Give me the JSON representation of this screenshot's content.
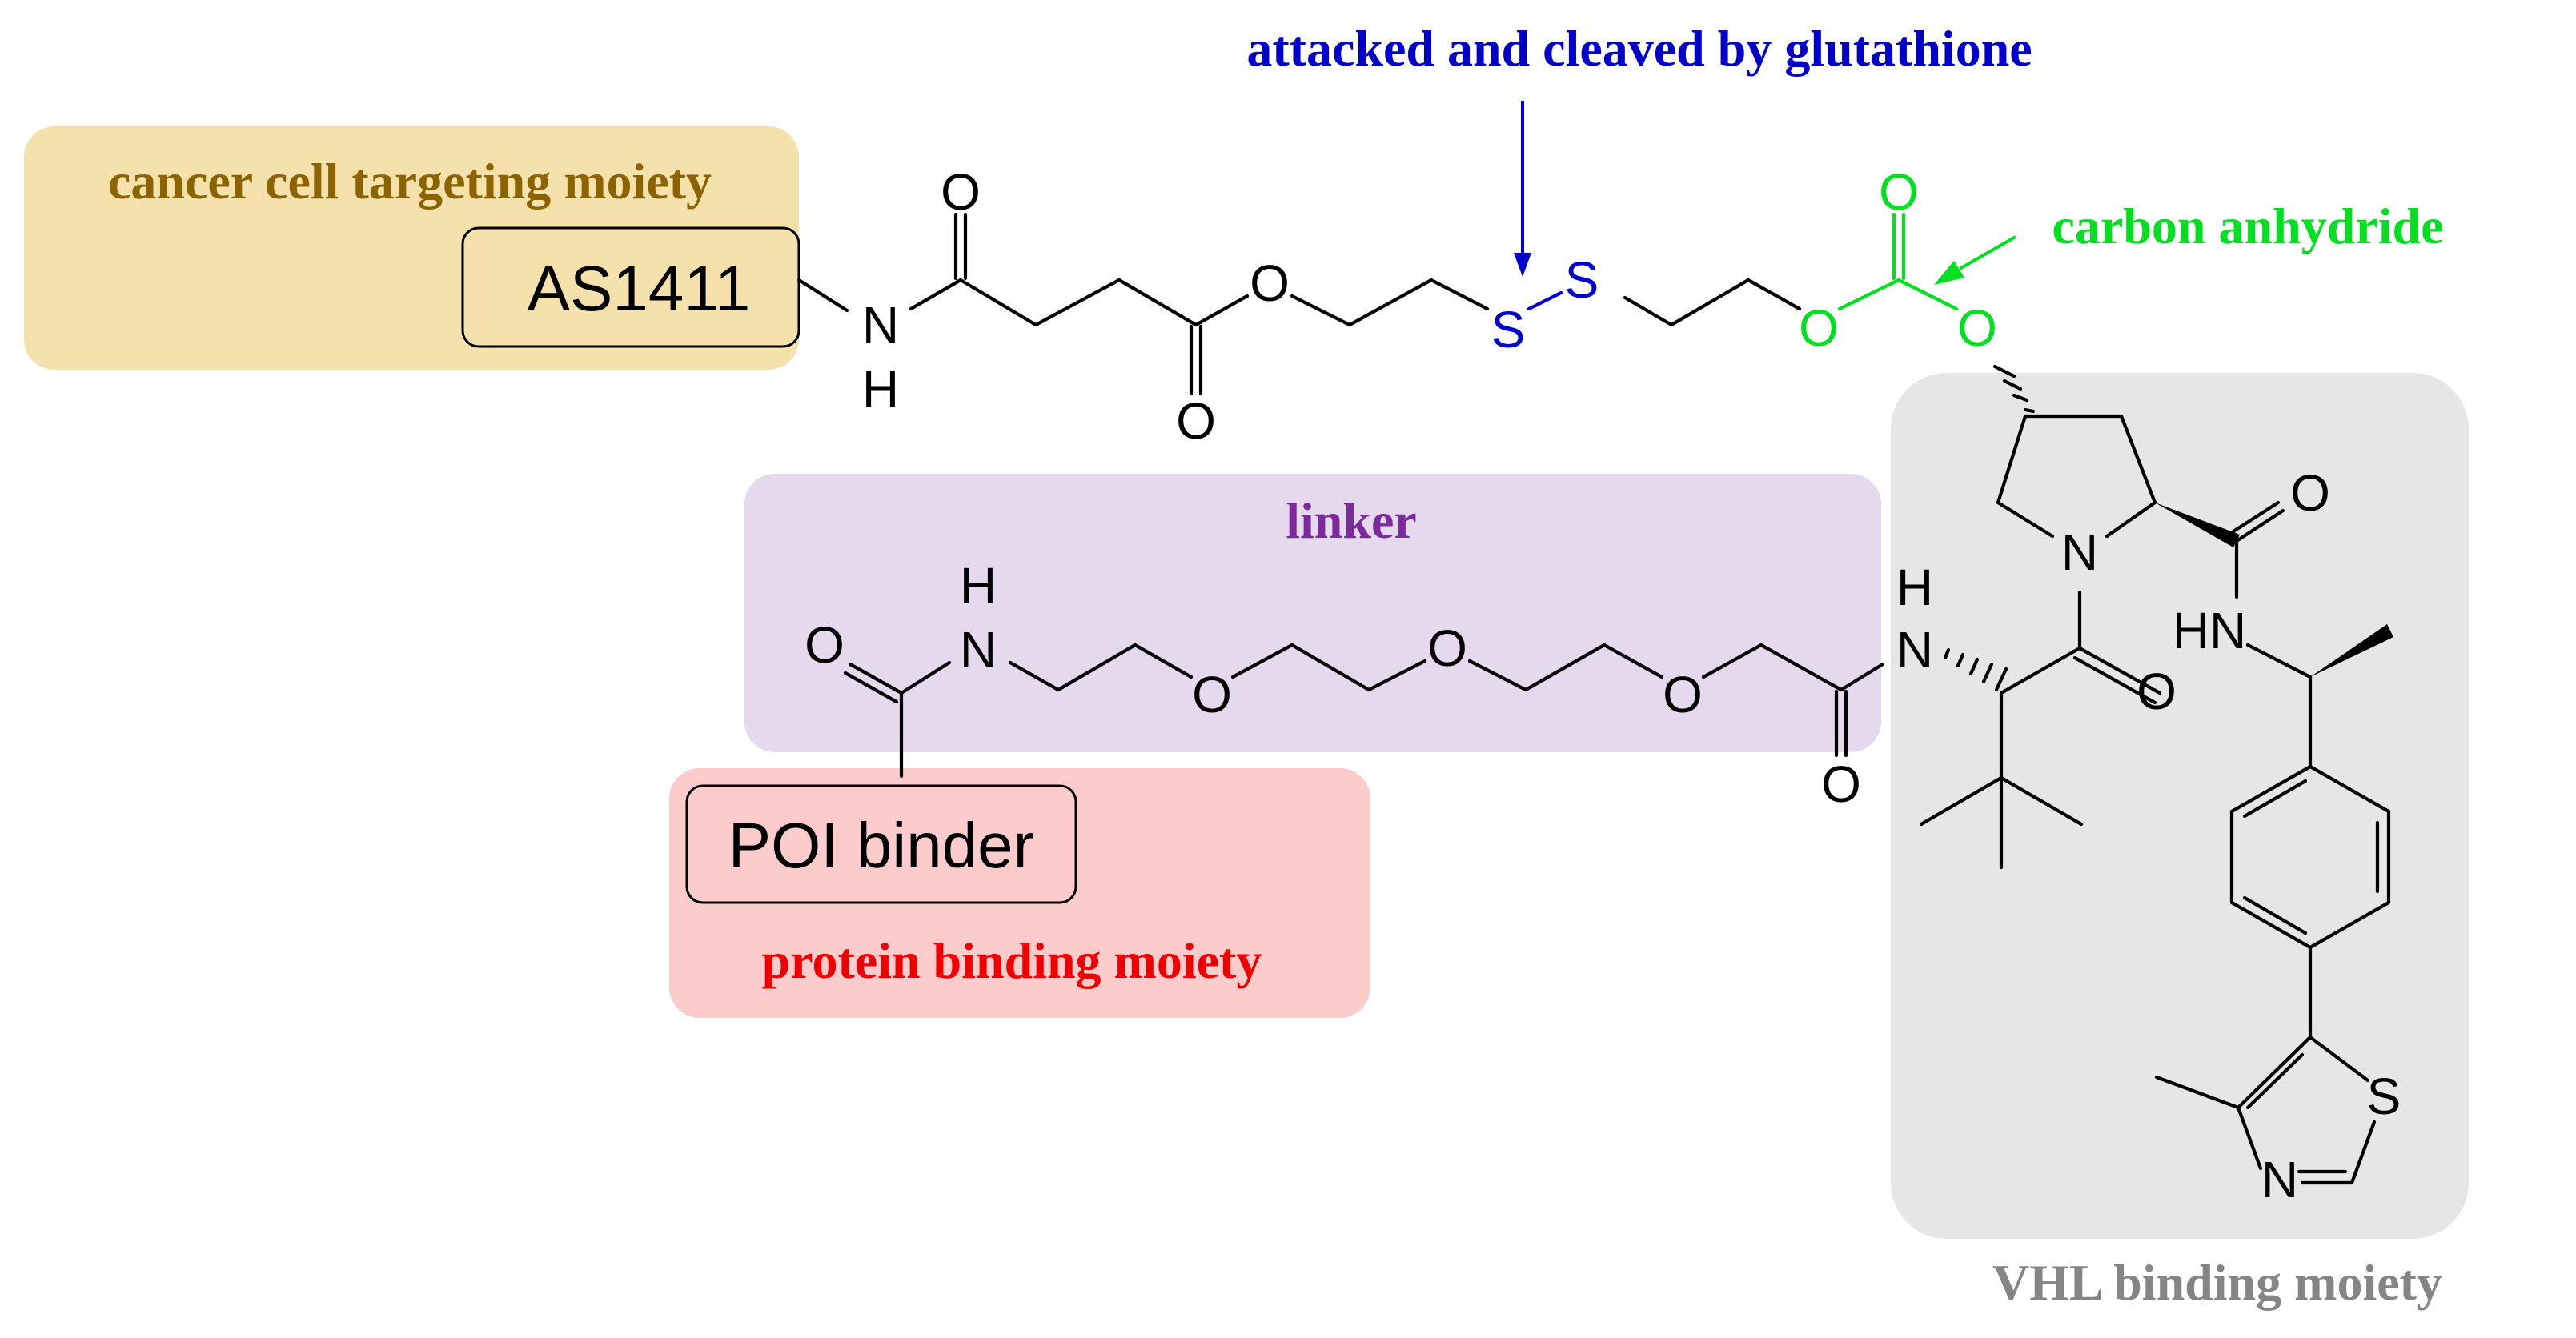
{
  "colors": {
    "targeting_region": "#f5e1ac",
    "targeting_label": "#8b6400",
    "linker_region": "#e5d9ee",
    "linker_label": "#7d2b9b",
    "protein_region": "#fccbcb",
    "protein_label": "#ee0000",
    "vhl_region": "#e6e6e6",
    "vhl_label": "#858585",
    "glutathione_label": "#0000cc",
    "anhydride_label": "#00e020"
  },
  "labels": {
    "glutathione": "attacked and cleaved by glutathione",
    "anhydride": "carbon anhydride",
    "targeting": "cancer cell targeting moiety",
    "linker": "linker",
    "protein": "protein binding moiety",
    "vhl": "VHL binding moiety"
  },
  "boxes": {
    "aptamer": "AS1411",
    "poi": "POI binder"
  },
  "atoms": {
    "oxygen": "O",
    "nitrogen": "N",
    "hydrogen": "H",
    "sulfur": "S",
    "amine_hn": "HN"
  }
}
